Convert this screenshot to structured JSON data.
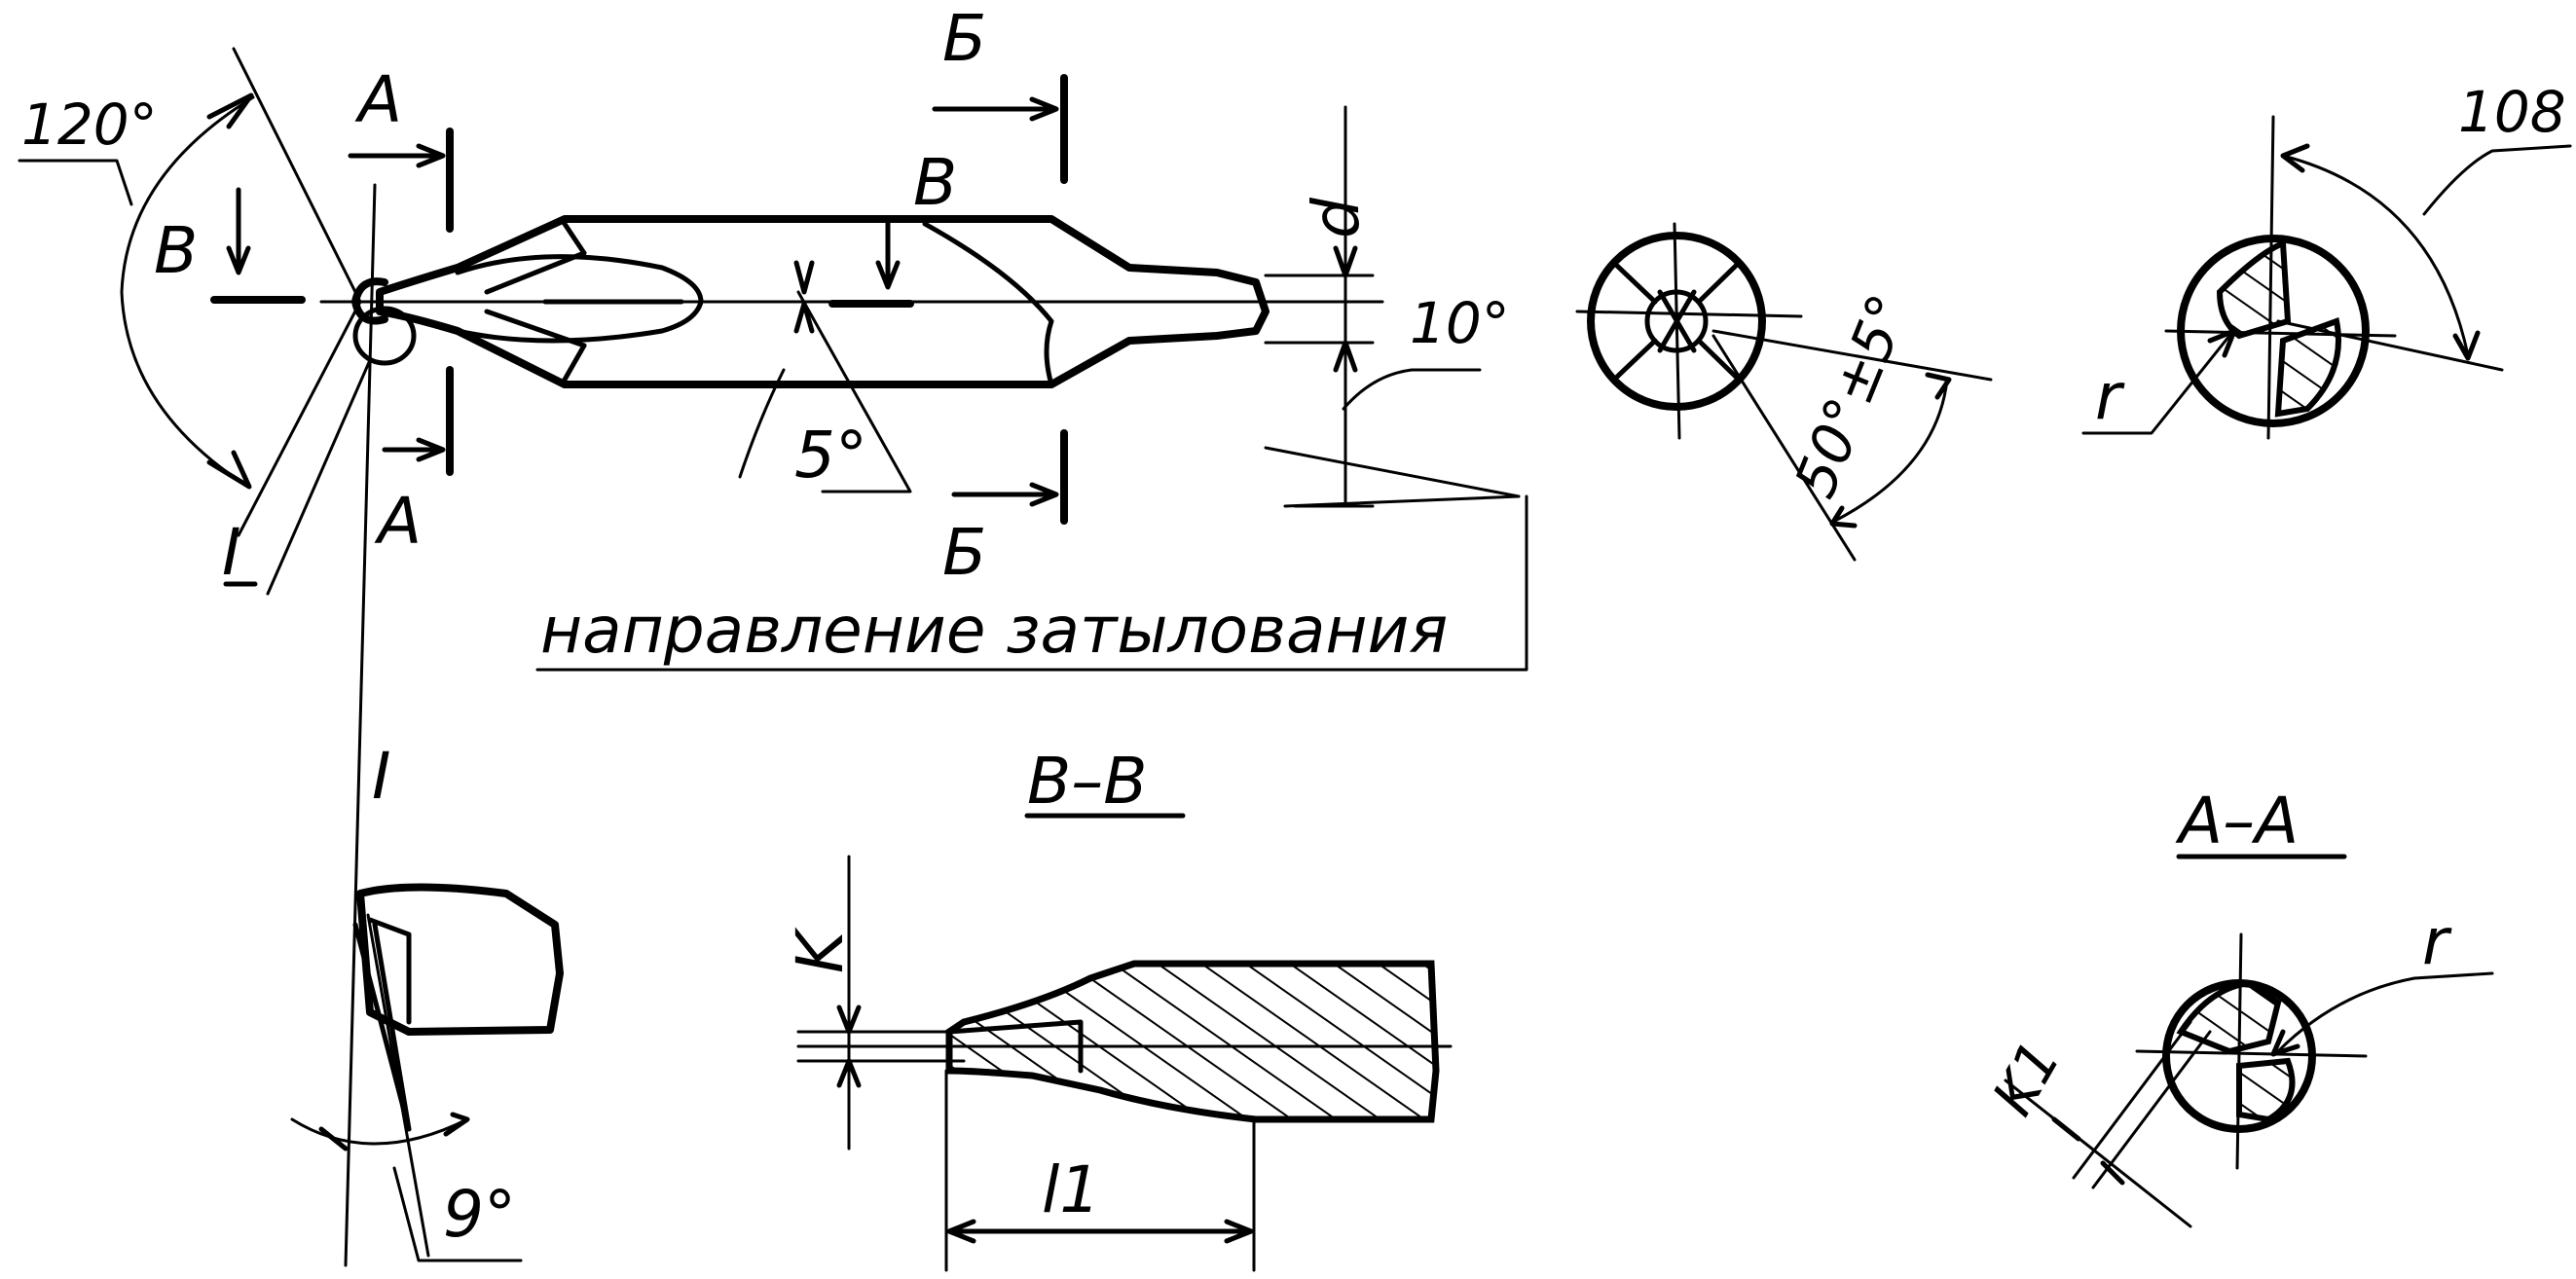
{
  "labels": {
    "angle_120": "120°",
    "angle_108": "108",
    "angle_10": "10°",
    "angle_5": "5°",
    "angle_9": "9°",
    "angle_50": "50°±5°",
    "sect_a_top": "А",
    "sect_a_bottom": "А",
    "sect_b_top": "Б",
    "sect_b_bottom": "Б",
    "view_v_left": "В",
    "view_v_mid": "В",
    "dim_d": "d",
    "dim_r_top": "r",
    "dim_r_bottom": "r",
    "dim_k": "K",
    "dim_k1": "K1",
    "dim_l1": "l1",
    "detail_i_left": "I",
    "detail_i_title": "I",
    "section_vv": "В–В",
    "section_aa": "А–А",
    "relief_note": "направление затылования"
  }
}
